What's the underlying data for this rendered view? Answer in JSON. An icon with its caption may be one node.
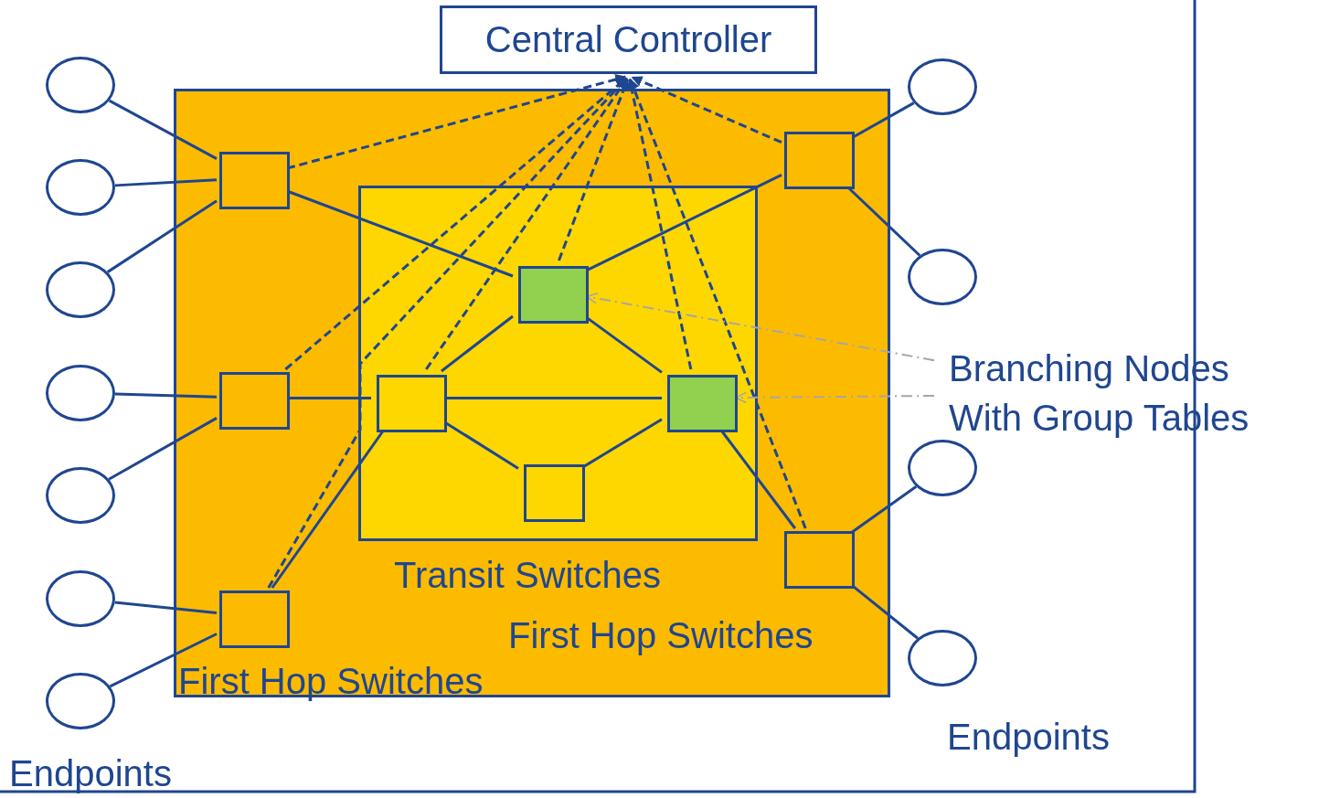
{
  "diagram": {
    "nodes": [
      {
        "text": [
          "Central Controller"
        ]
      },
      {
        "text": [
          "First Hop Switches",
          "First Hop Switches"
        ]
      },
      {
        "text": [
          "Transit Switches"
        ],
        "in": 1
      },
      {
        "text": [],
        "shape": "box",
        "in": 1
      },
      {
        "text": [],
        "shape": "box",
        "in": 1
      },
      {
        "text": [],
        "shape": "box",
        "in": 1
      },
      {
        "text": [],
        "shape": "box",
        "in": 1
      },
      {
        "text": [],
        "shape": "box",
        "in": 1
      },
      {
        "text": [],
        "shape": "box",
        "in": 2
      },
      {
        "text": [],
        "shape": "box",
        "in": 2
      },
      {
        "text": [],
        "shape": "box",
        "in": 2
      },
      {
        "text": [],
        "shape": "box",
        "in": 2
      },
      {
        "text": [],
        "shape": "circle"
      },
      {
        "text": [],
        "shape": "circle"
      },
      {
        "text": [],
        "shape": "circle"
      },
      {
        "text": [],
        "shape": "circle"
      },
      {
        "text": [],
        "shape": "circle"
      },
      {
        "text": [],
        "shape": "circle"
      },
      {
        "text": [],
        "shape": "circle"
      },
      {
        "text": [],
        "shape": "circle"
      },
      {
        "text": [],
        "shape": "circle"
      },
      {
        "text": [],
        "shape": "circle"
      },
      {
        "text": [],
        "shape": "circle"
      },
      {
        "text": [
          "Branching Nodes With Group Tables"
        ]
      }
    ],
    "edges": [
      {
        "from": 12,
        "to": 3,
        "arrow": "none"
      },
      {
        "from": 13,
        "to": 3,
        "arrow": "none"
      },
      {
        "from": 14,
        "to": 3,
        "arrow": "none"
      },
      {
        "from": 15,
        "to": 4,
        "arrow": "none"
      },
      {
        "from": 16,
        "to": 4,
        "arrow": "none"
      },
      {
        "from": 17,
        "to": 5,
        "arrow": "none"
      },
      {
        "from": 18,
        "to": 5,
        "arrow": "none"
      },
      {
        "from": 6,
        "to": 19,
        "arrow": "none"
      },
      {
        "from": 6,
        "to": 20,
        "arrow": "none"
      },
      {
        "from": 7,
        "to": 21,
        "arrow": "none"
      },
      {
        "from": 7,
        "to": 22,
        "arrow": "none"
      },
      {
        "from": 3,
        "to": 8,
        "arrow": "none"
      },
      {
        "from": 8,
        "to": 6,
        "arrow": "none"
      },
      {
        "from": 4,
        "to": 9,
        "arrow": "none"
      },
      {
        "from": 9,
        "to": 8,
        "arrow": "none"
      },
      {
        "from": 8,
        "to": 10,
        "arrow": "none"
      },
      {
        "from": 9,
        "to": 10,
        "arrow": "none"
      },
      {
        "from": 9,
        "to": 11,
        "arrow": "none"
      },
      {
        "from": 11,
        "to": 10,
        "arrow": "none"
      },
      {
        "from": 10,
        "to": 7,
        "arrow": "none"
      },
      {
        "from": 9,
        "to": 5,
        "arrow": "none"
      },
      {
        "from": 3,
        "to": 0,
        "arrow": "to",
        "style": "dashed"
      },
      {
        "from": 4,
        "to": 0,
        "arrow": "to",
        "style": "dashed"
      },
      {
        "from": 9,
        "to": 0,
        "arrow": "to",
        "style": "dashed"
      },
      {
        "from": 5,
        "to": 0,
        "arrow": "to",
        "style": "dashed"
      },
      {
        "from": 8,
        "to": 0,
        "arrow": "to",
        "style": "dashed"
      },
      {
        "from": 10,
        "to": 0,
        "arrow": "to",
        "style": "dashed"
      },
      {
        "from": 7,
        "to": 0,
        "arrow": "to",
        "style": "dashed"
      },
      {
        "from": 6,
        "to": 0,
        "arrow": "to",
        "style": "dashed"
      },
      {
        "from": 23,
        "to": 8,
        "arrow": "to",
        "style": "dashed",
        "color": "#a6a6a6"
      },
      {
        "from": 23,
        "to": 10,
        "arrow": "to",
        "style": "dashed",
        "color": "#a6a6a6"
      }
    ],
    "labels": [
      "Endpoints",
      "Endpoints"
    ]
  }
}
